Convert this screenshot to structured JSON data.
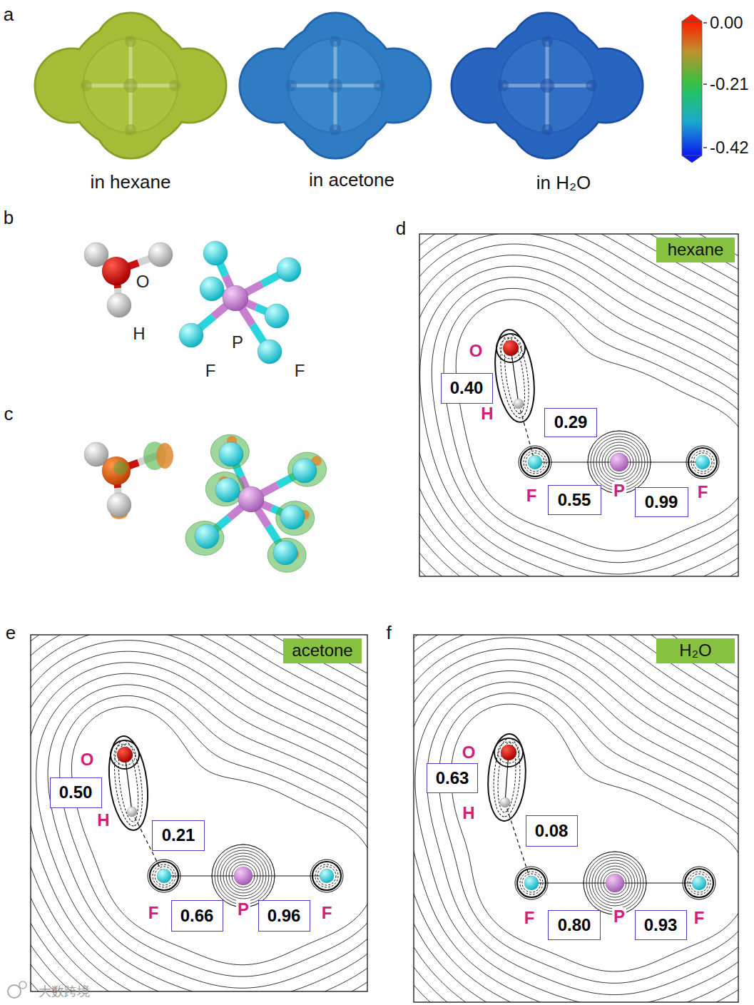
{
  "diagram": {
    "nodes": [
      {
        "text": [
          "hexane"
        ]
      },
      {
        "text": [
          "0.40"
        ]
      },
      {
        "text": [
          "0.29"
        ]
      },
      {
        "text": [
          "0.55"
        ]
      },
      {
        "text": [
          "0.99"
        ]
      },
      {
        "text": [
          "acetone"
        ]
      },
      {
        "text": [
          "0.50"
        ]
      },
      {
        "text": [
          "0.21"
        ]
      },
      {
        "text": [
          "0.66"
        ]
      },
      {
        "text": [
          "0.96"
        ]
      },
      {
        "text": [
          "H₂O"
        ]
      },
      {
        "text": [
          "0.63"
        ]
      },
      {
        "text": [
          "0.08"
        ]
      },
      {
        "text": [
          "0.80"
        ]
      },
      {
        "text": [
          "0.93"
        ]
      }
    ],
    "labels": [
      "a",
      "in hexane",
      "in acetone",
      "in H₂O",
      "0.00",
      "-0.21",
      "-0.42",
      "b",
      "O",
      "H",
      "P",
      "F",
      "F",
      "c",
      "d",
      "O",
      "H",
      "F",
      "P",
      "F",
      "e",
      "O",
      "H",
      "F",
      "P",
      "F",
      "f",
      "O",
      "H",
      "F",
      "P",
      "F",
      "大数跨境"
    ]
  }
}
